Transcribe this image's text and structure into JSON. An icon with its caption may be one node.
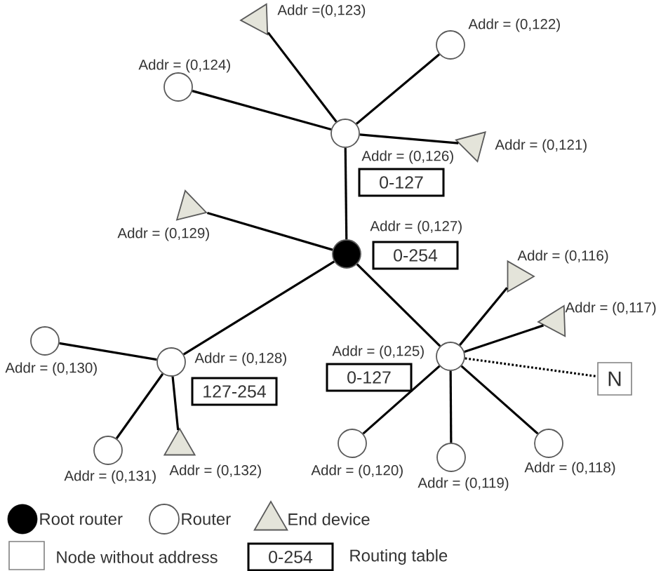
{
  "diagram": {
    "nodes": [
      {
        "text": [],
        "shape": "triangle",
        "beside": [
          "Addr =(0,123)"
        ]
      },
      {
        "text": [],
        "shape": "circle",
        "beside": [
          "Addr = (0,122)"
        ]
      },
      {
        "text": [],
        "shape": "circle",
        "beside": [
          "Addr = (0,124)"
        ]
      },
      {
        "text": [],
        "shape": "circle",
        "beside": [
          "Addr = (0,126)"
        ]
      },
      {
        "text": [
          "0-127"
        ]
      },
      {
        "text": [],
        "shape": "triangle",
        "beside": [
          "Addr = (0,121)"
        ]
      },
      {
        "text": [],
        "shape": "triangle",
        "beside": [
          "Addr = (0,129)"
        ]
      },
      {
        "text": [],
        "shape": "circle",
        "beside": [
          "Addr = (0,127)"
        ]
      },
      {
        "text": [
          "0-254"
        ]
      },
      {
        "text": [],
        "shape": "triangle",
        "beside": [
          "Addr = (0,116)"
        ]
      },
      {
        "text": [],
        "shape": "triangle",
        "beside": [
          "Addr = (0,117)"
        ]
      },
      {
        "text": [],
        "shape": "circle",
        "beside": [
          "Addr = (0,128)"
        ]
      },
      {
        "text": [
          "127-254"
        ]
      },
      {
        "text": [],
        "shape": "circle",
        "beside": [
          "Addr = (0,125)"
        ]
      },
      {
        "text": [
          "0-127"
        ]
      },
      {
        "text": [
          "N"
        ]
      },
      {
        "text": [],
        "shape": "circle",
        "beside": [
          "Addr = (0,130)"
        ]
      },
      {
        "text": [],
        "shape": "circle",
        "beside": [
          "Addr = (0,131)"
        ]
      },
      {
        "text": [],
        "shape": "triangle",
        "beside": [
          "Addr = (0,132)"
        ]
      },
      {
        "text": [],
        "shape": "circle",
        "beside": [
          "Addr = (0,120)"
        ]
      },
      {
        "text": [],
        "shape": "circle",
        "beside": [
          "Addr = (0,119)"
        ]
      },
      {
        "text": [],
        "shape": "circle",
        "beside": [
          "Addr = (0,118)"
        ]
      },
      {
        "text": [
          "0-254"
        ]
      }
    ],
    "edges": [
      {
        "from": 3,
        "to": 0,
        "arrow": "none"
      },
      {
        "from": 3,
        "to": 1,
        "arrow": "none"
      },
      {
        "from": 3,
        "to": 2,
        "arrow": "none"
      },
      {
        "from": 3,
        "to": 5,
        "arrow": "none"
      },
      {
        "from": 7,
        "to": 3,
        "arrow": "none"
      },
      {
        "from": 7,
        "to": 6,
        "arrow": "none"
      },
      {
        "from": 7,
        "to": 11,
        "arrow": "none"
      },
      {
        "from": 7,
        "to": 13,
        "arrow": "none"
      },
      {
        "from": 13,
        "to": 9,
        "arrow": "none"
      },
      {
        "from": 13,
        "to": 10,
        "arrow": "none"
      },
      {
        "from": 13,
        "to": 15,
        "arrow": "none",
        "style": "dashed"
      },
      {
        "from": 11,
        "to": 16,
        "arrow": "none"
      },
      {
        "from": 11,
        "to": 17,
        "arrow": "none"
      },
      {
        "from": 11,
        "to": 18,
        "arrow": "none"
      },
      {
        "from": 13,
        "to": 19,
        "arrow": "none"
      },
      {
        "from": 13,
        "to": 20,
        "arrow": "none"
      },
      {
        "from": 13,
        "to": 21,
        "arrow": "none"
      }
    ],
    "legend": [
      {
        "text": "Root router"
      },
      {
        "text": "Router"
      },
      {
        "text": "End device"
      },
      {
        "text": "Node without address"
      },
      {
        "text": "Routing table"
      }
    ]
  }
}
